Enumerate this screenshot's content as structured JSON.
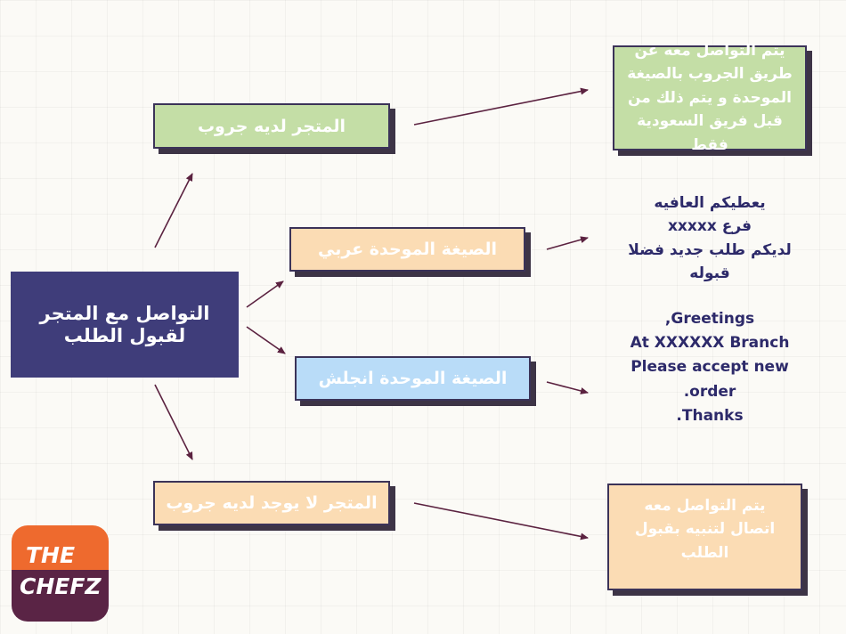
{
  "colors": {
    "navy": "#3f3d7a",
    "green": "#c4dea6",
    "peach": "#fbdcb4",
    "blue": "#b9dcf8",
    "dark_text": "#2d2a6a",
    "arrow": "#5b2240",
    "logo_orange": "#ee6a2e",
    "logo_plum": "#5a2445"
  },
  "center": {
    "label": "التواصل مع المتجر لقبول الطلب"
  },
  "nodes": {
    "has_group": "المتجر لديه جروب",
    "arabic_template": "الصيغة الموحدة عربي",
    "english_template": "الصيغة الموحدة انجلش",
    "no_group": "المتجر لا يوجد لديه جروب"
  },
  "results": {
    "group_result": "يتم التواصل معه عن طريق الجروب بالصيغة الموحدة و يتم ذلك من قبل فريق السعودية فقط",
    "arabic_message": {
      "line1": "يعطيكم العافيه",
      "line2": "فرع xxxxx",
      "line3": "لديكم طلب جديد فضلا قبوله"
    },
    "english_message": {
      "line1": "Greetings,",
      "line2": "At XXXXXX Branch",
      "line3": "Please accept new order.",
      "line4": "Thanks."
    },
    "call_result": "يتم التواصل معه اتصال لتنبيه بقبول الطلب"
  },
  "logo": {
    "top": "THE",
    "bottom": "CHEFZ"
  }
}
